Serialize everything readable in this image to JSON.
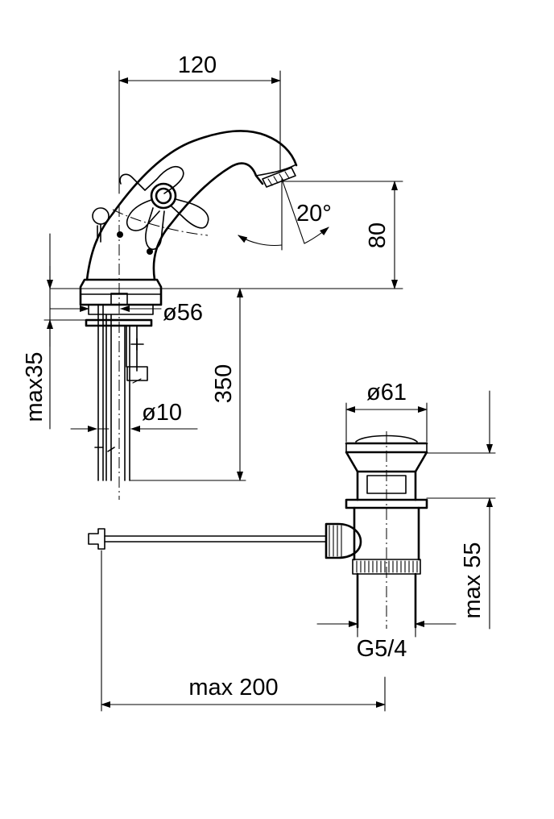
{
  "dimensions": {
    "width_120": "120",
    "height_80": "80",
    "angle_20": "20°",
    "dia_56": "ø56",
    "max_35": "max35",
    "height_350": "350",
    "dia_10": "ø10",
    "dia_61": "ø61",
    "max_55": "max 55",
    "thread_g54": "G5/4",
    "max_200": "max 200"
  }
}
